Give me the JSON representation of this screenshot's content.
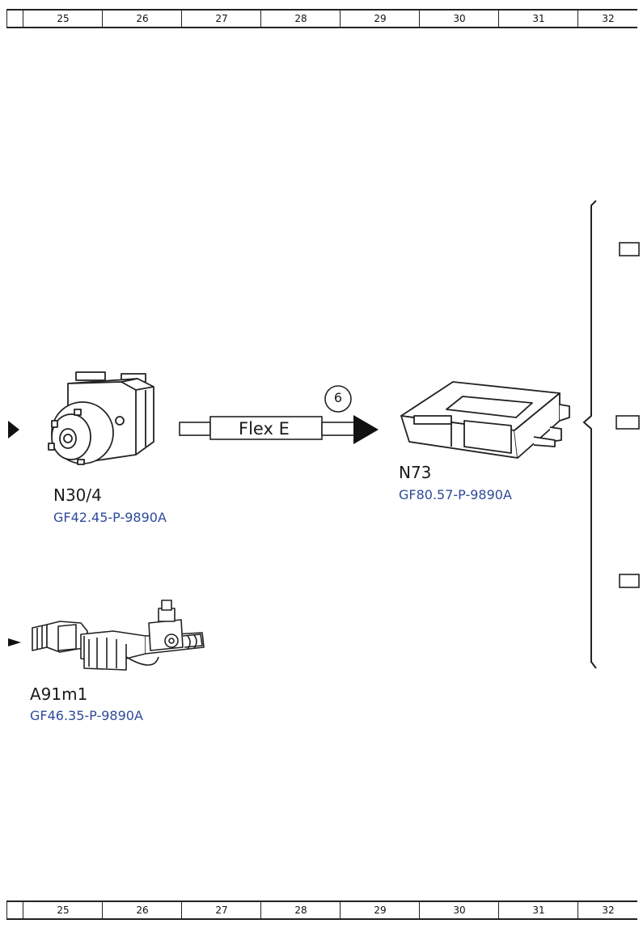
{
  "ruler": {
    "columns": [
      "25",
      "26",
      "27",
      "28",
      "29",
      "30",
      "31",
      "32"
    ]
  },
  "components": {
    "n30_4": {
      "label": "N30/4",
      "ref": "GF42.45-P-9890A"
    },
    "n73": {
      "label": "N73",
      "ref": "GF80.57-P-9890A"
    },
    "a91m1": {
      "label": "A91m1",
      "ref": "GF46.35-P-9890A"
    }
  },
  "connection": {
    "bus_label": "Flex E",
    "marker": "6"
  }
}
